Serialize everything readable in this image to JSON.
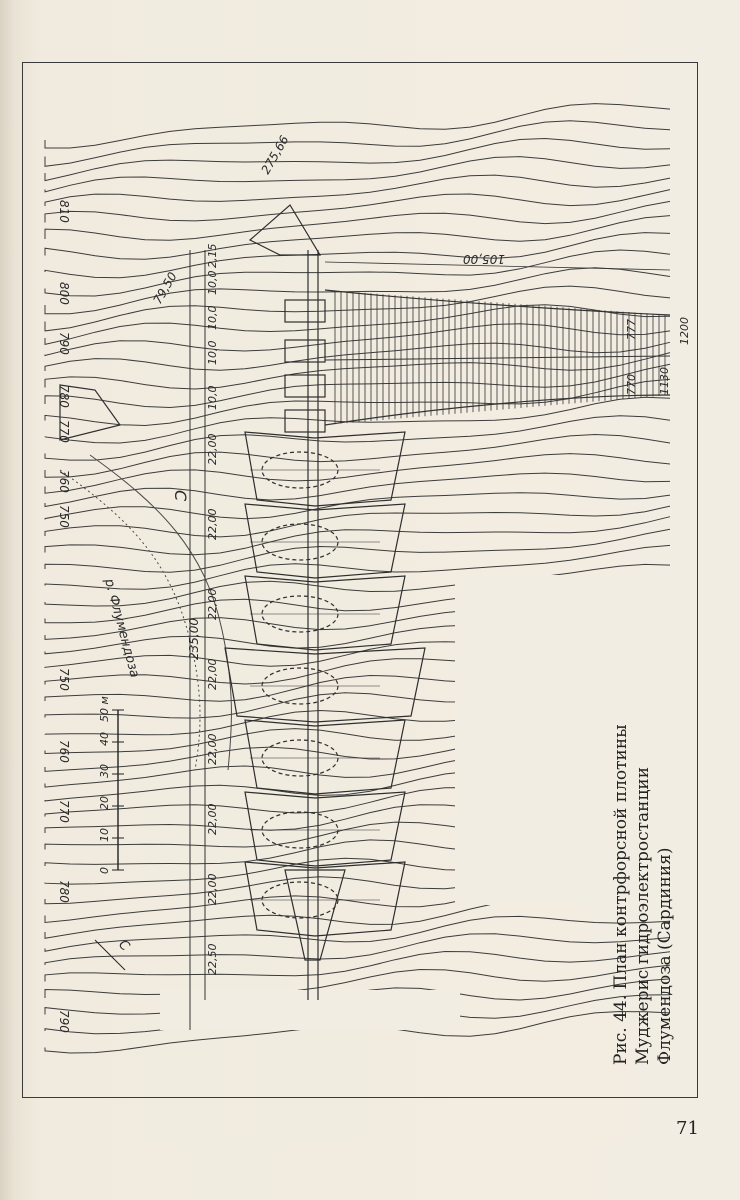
{
  "figure": {
    "caption_lines": [
      "Рис. 44. План контрфорсной плотины",
      "Муджерис гидроэлектростанции",
      "Флумендоза (Сардиния)"
    ],
    "river_label": "р. Флумендоза",
    "north_label": "С",
    "north_label_2": "С",
    "scale_unit": "50 м",
    "scale_ticks": [
      "0",
      "10",
      "20",
      "30",
      "40"
    ],
    "contour_labels": [
      "810",
      "800",
      "790",
      "780",
      "770",
      "760",
      "750",
      "750",
      "760",
      "770",
      "780",
      "790"
    ],
    "dimensions_left": [
      "22,50",
      "22,00",
      "22,00",
      "22,00",
      "22,00",
      "22,00",
      "22,00",
      "22,00",
      "10,0",
      "10,0",
      "10,0",
      "10,0",
      "2,15"
    ],
    "total_length": "235,00",
    "angle_dim_1": "79,50",
    "angle_dim_2": "275,66",
    "spillway_length": "105,00",
    "spillway_elevations": [
      "770",
      "777",
      "1130",
      "1200"
    ]
  },
  "page_number": "71"
}
